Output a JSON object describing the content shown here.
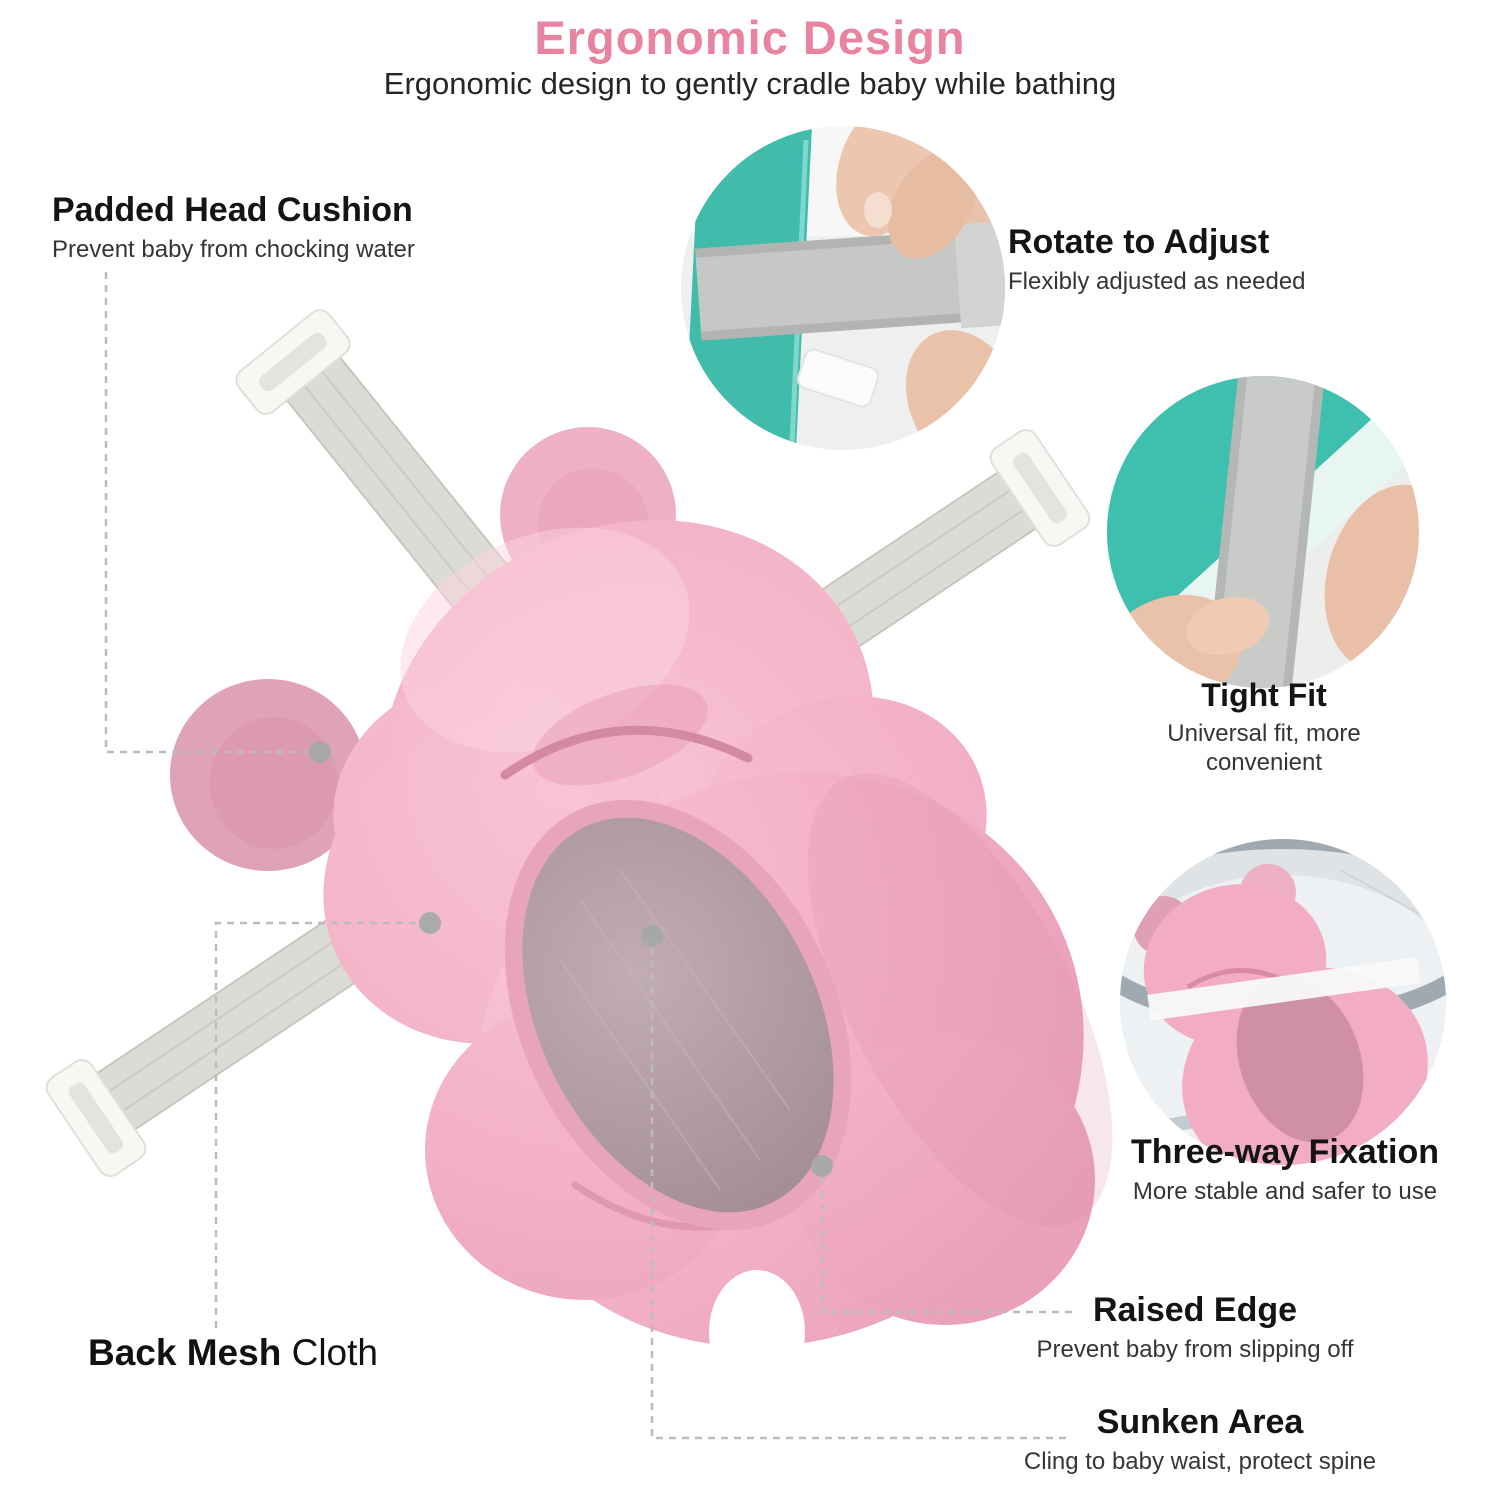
{
  "header": {
    "title": "Ergonomic Design",
    "subtitle": "Ergonomic design to gently cradle baby while bathing"
  },
  "callouts": {
    "padded_head_cushion": {
      "title": "Padded Head Cushion",
      "desc": "Prevent baby from chocking water"
    },
    "rotate_to_adjust": {
      "title": "Rotate to Adjust",
      "desc": "Flexibly adjusted as needed"
    },
    "tight_fit": {
      "title": "Tight Fit",
      "desc": "Universal fit, more convenient"
    },
    "three_way_fixation": {
      "title": "Three-way Fixation",
      "desc": "More stable and safer to use"
    },
    "back_mesh_cloth": {
      "title_bold": "Back Mesh",
      "title_rest": " Cloth"
    },
    "raised_edge": {
      "title": "Raised Edge",
      "desc": "Prevent baby from slipping off"
    },
    "sunken_area": {
      "title": "Sunken Area",
      "desc": "Cling to baby waist, protect spine"
    }
  },
  "colors": {
    "title_pink": "#e8849f",
    "pillow_pink": "#f3b2c7",
    "pillow_ear_pink": "#dfa2b6",
    "sunken_mesh_gray": "#b39da7",
    "strap_gray": "#dcdcd6",
    "buckle_white": "#f7f7f4",
    "inset_teal": "#41bcab",
    "leader_line_gray": "#bcbcbc",
    "text_dark": "#141414"
  }
}
